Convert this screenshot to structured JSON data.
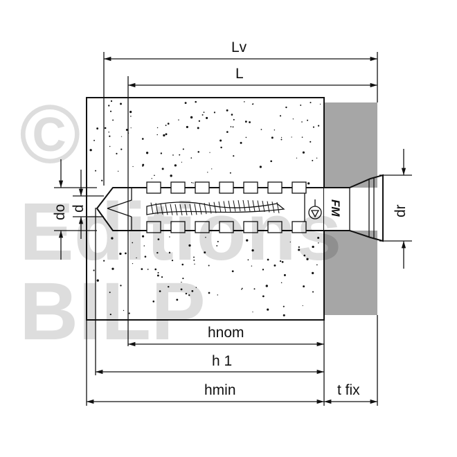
{
  "watermark": {
    "line1": "©",
    "line2": "Editions",
    "line3": "BILP"
  },
  "anchor_marking": "FM",
  "dimensions": {
    "Lv": "Lv",
    "L": "L",
    "do": "do",
    "d": "d",
    "dr": "dr",
    "hnom": "hnom",
    "h1": "h 1",
    "hmin": "hmin",
    "tfix": "t fix"
  },
  "colors": {
    "fixture": "#a6a6a6",
    "line": "#111111"
  }
}
